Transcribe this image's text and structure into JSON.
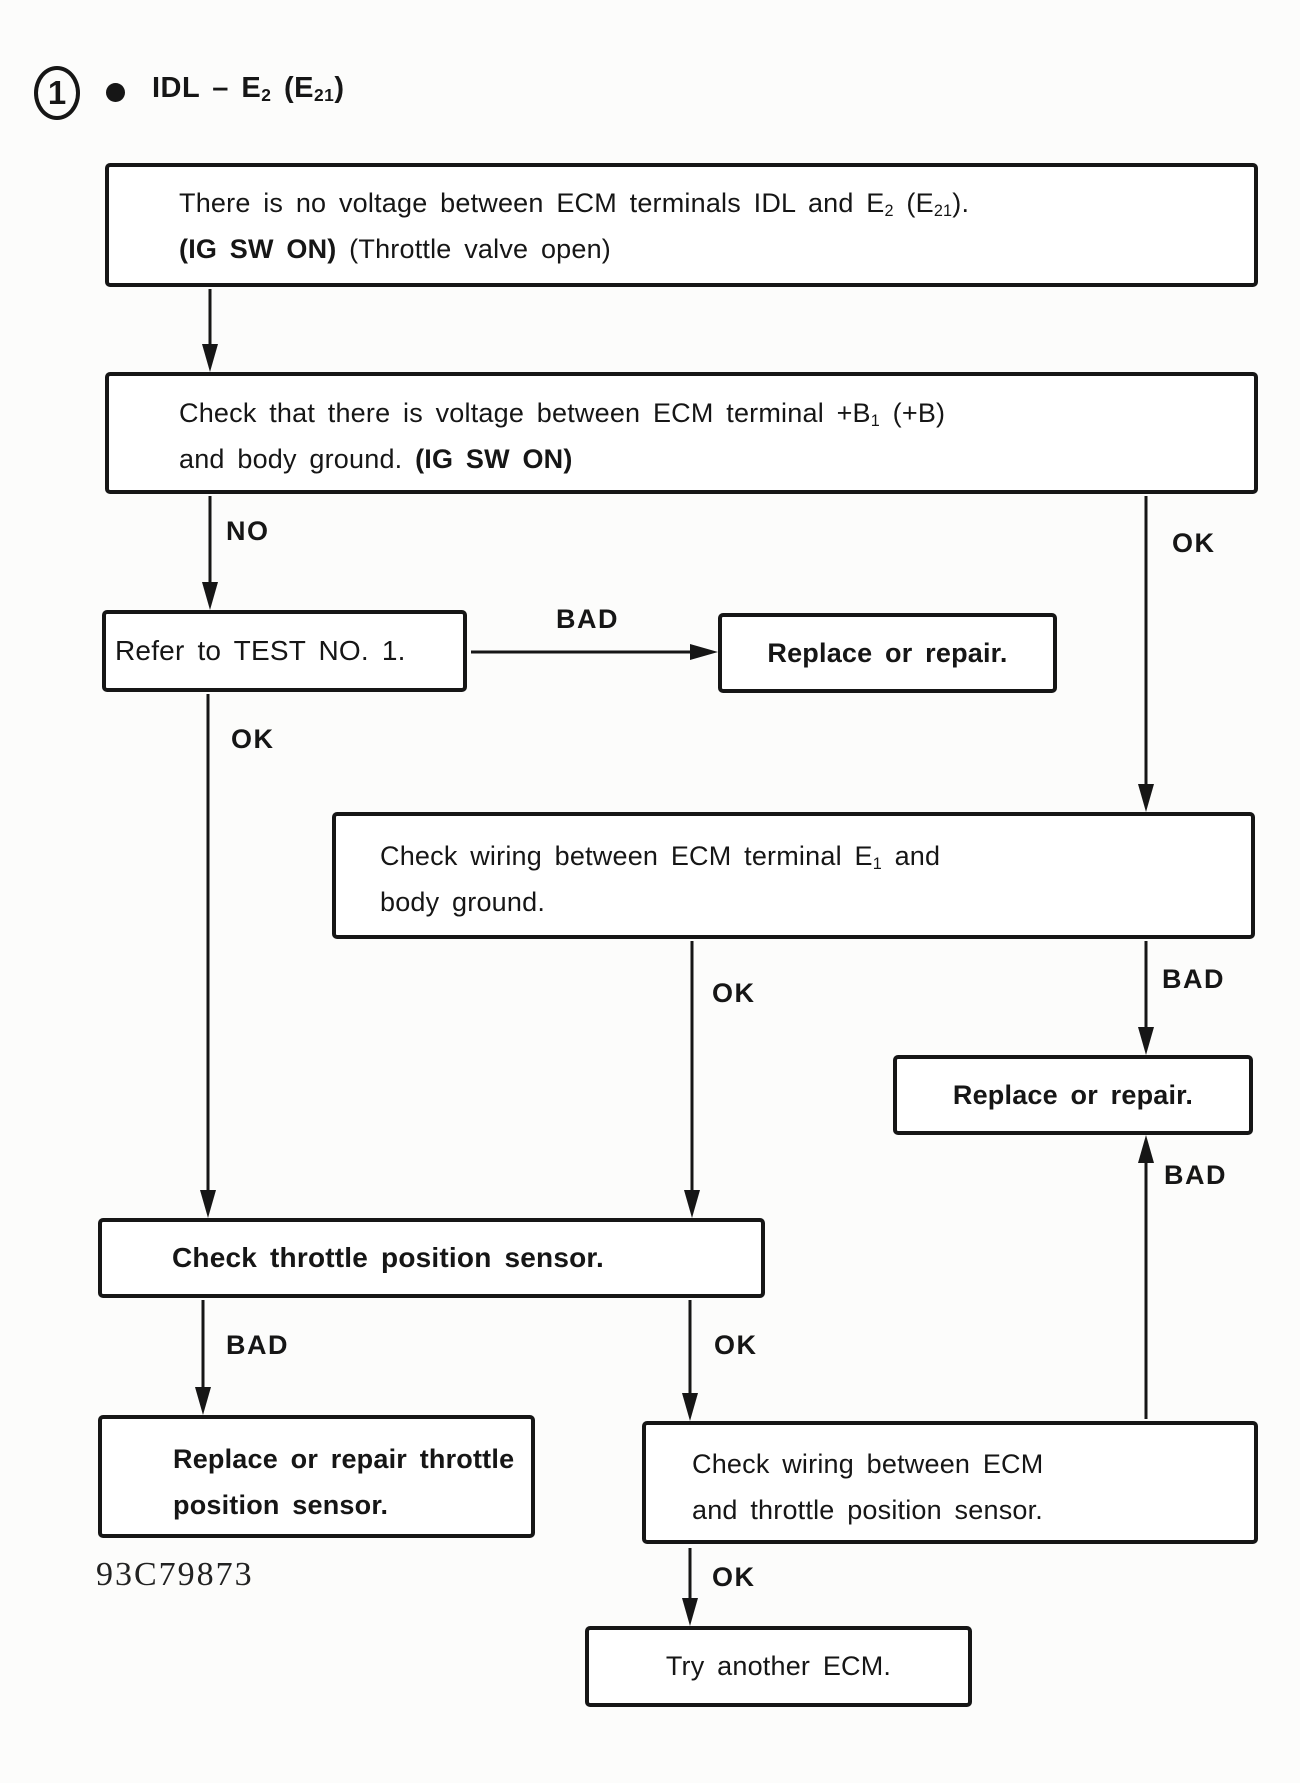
{
  "title": {
    "index": "1",
    "segments": [
      {
        "t": "IDL – E"
      },
      {
        "t": "2",
        "style": "sub"
      },
      {
        "t": " (E"
      },
      {
        "t": "21",
        "style": "sub"
      },
      {
        "t": ")"
      }
    ]
  },
  "boxes": {
    "problem": {
      "lines": [
        {
          "segments": [
            {
              "t": "There is no voltage between ECM terminals IDL and E"
            },
            {
              "t": "2",
              "style": "sub"
            },
            {
              "t": " (E"
            },
            {
              "t": "21",
              "style": "sub"
            },
            {
              "t": ")."
            }
          ]
        },
        {
          "segments": [
            {
              "t": "(IG SW ON)",
              "style": "bold"
            },
            {
              "t": " (Throttle valve open)"
            }
          ]
        }
      ]
    },
    "check_plus_b": {
      "lines": [
        {
          "segments": [
            {
              "t": "Check that there is voltage between ECM terminal +B"
            },
            {
              "t": "1",
              "style": "sub"
            },
            {
              "t": " (+B)"
            }
          ]
        },
        {
          "segments": [
            {
              "t": "and body ground. "
            },
            {
              "t": "(IG SW ON)",
              "style": "bold"
            }
          ]
        }
      ]
    },
    "refer_test": {
      "lines": [
        {
          "segments": [
            {
              "t": "Refer to TEST NO. 1."
            }
          ]
        }
      ]
    },
    "replace_repair_top": {
      "lines": [
        {
          "segments": [
            {
              "t": "Replace or repair."
            }
          ]
        }
      ]
    },
    "check_e1_wiring": {
      "lines": [
        {
          "segments": [
            {
              "t": "Check wiring between ECM terminal E"
            },
            {
              "t": "1",
              "style": "sub"
            },
            {
              "t": " and"
            }
          ]
        },
        {
          "segments": [
            {
              "t": "body ground."
            }
          ]
        }
      ]
    },
    "replace_repair_right": {
      "lines": [
        {
          "segments": [
            {
              "t": "Replace or repair."
            }
          ]
        }
      ]
    },
    "check_tps": {
      "lines": [
        {
          "segments": [
            {
              "t": "Check throttle position sensor."
            }
          ]
        }
      ]
    },
    "replace_tps": {
      "lines": [
        {
          "segments": [
            {
              "t": "Replace or repair throttle"
            }
          ]
        },
        {
          "segments": [
            {
              "t": "position sensor."
            }
          ]
        }
      ]
    },
    "check_wiring_ecm_tps": {
      "lines": [
        {
          "segments": [
            {
              "t": "Check wiring between ECM"
            }
          ]
        },
        {
          "segments": [
            {
              "t": "and throttle position sensor."
            }
          ]
        }
      ]
    },
    "try_ecm": {
      "lines": [
        {
          "segments": [
            {
              "t": "Try another ECM."
            }
          ]
        }
      ]
    }
  },
  "branch_labels": {
    "no_1": "NO",
    "ok_right": "OK",
    "bad_refer": "BAD",
    "ok_refer": "OK",
    "ok_e1": "OK",
    "bad_e1": "BAD",
    "bad_up": "BAD",
    "bad_tps": "BAD",
    "ok_tps": "OK",
    "ok_wiring": "OK"
  },
  "footer_code": "93C79873"
}
